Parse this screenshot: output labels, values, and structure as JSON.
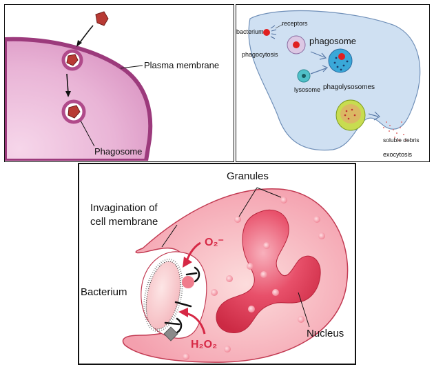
{
  "panel1": {
    "labels": {
      "plasma_membrane": "Plasma membrane",
      "phagosome": "Phagosome"
    }
  },
  "panel2": {
    "labels": {
      "bacterium": "bacterium",
      "receptors": "receptors",
      "phagocytosis": "phagocytosis",
      "phagosome": "phagosome",
      "lysosome": "lysosome",
      "phagolysosomes": "phagolysosomes",
      "soluble_debris": "soluble debris",
      "exocytosis": "exocytosis"
    }
  },
  "panel3": {
    "labels": {
      "granules": "Granules",
      "invagination_line1": "Invagination of",
      "invagination_line2": "cell membrane",
      "bacterium": "Bacterium",
      "nucleus": "Nucleus",
      "superoxide": "O₂⁻",
      "hydrogen_peroxide": "H₂O₂"
    }
  },
  "colors": {
    "membrane_purple": "#b04a8a",
    "cytoplasm_pink": "#f4a6b0",
    "nucleus_red": "#e0384f",
    "arrow_red": "#d62845",
    "cell_blue": "#cfe0f2",
    "bacterium_red": "#e02020"
  }
}
